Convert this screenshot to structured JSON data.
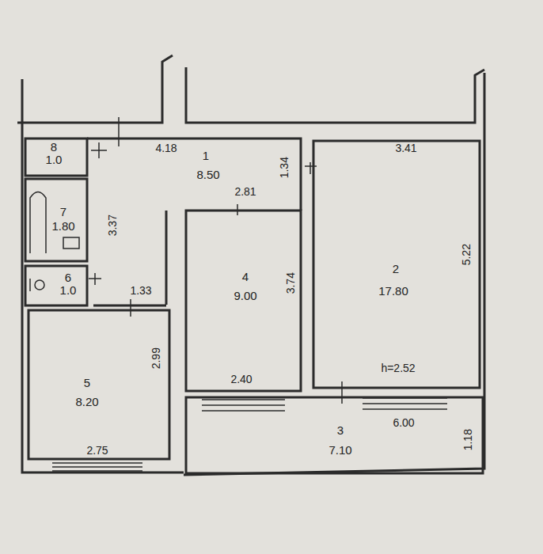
{
  "diagram": {
    "nodes": [
      {
        "text": [
          "1",
          "8.50"
        ]
      },
      {
        "text": [
          "2",
          "17.80"
        ]
      },
      {
        "text": [
          "3",
          "7.10"
        ]
      },
      {
        "text": [
          "4",
          "9.00"
        ]
      },
      {
        "text": [
          "5",
          "8.20"
        ]
      },
      {
        "text": [
          "6",
          "1.0"
        ]
      },
      {
        "text": [
          "7",
          "1.80"
        ]
      },
      {
        "text": [
          "8",
          "1.0"
        ]
      }
    ],
    "labels": [
      "4.18",
      "1.34",
      "2.81",
      "3.41",
      "5.22",
      "3.37",
      "1.33",
      "3.74",
      "2.99",
      "2.40",
      "h=2.52",
      "2.75",
      "6.00",
      "1.18"
    ]
  }
}
